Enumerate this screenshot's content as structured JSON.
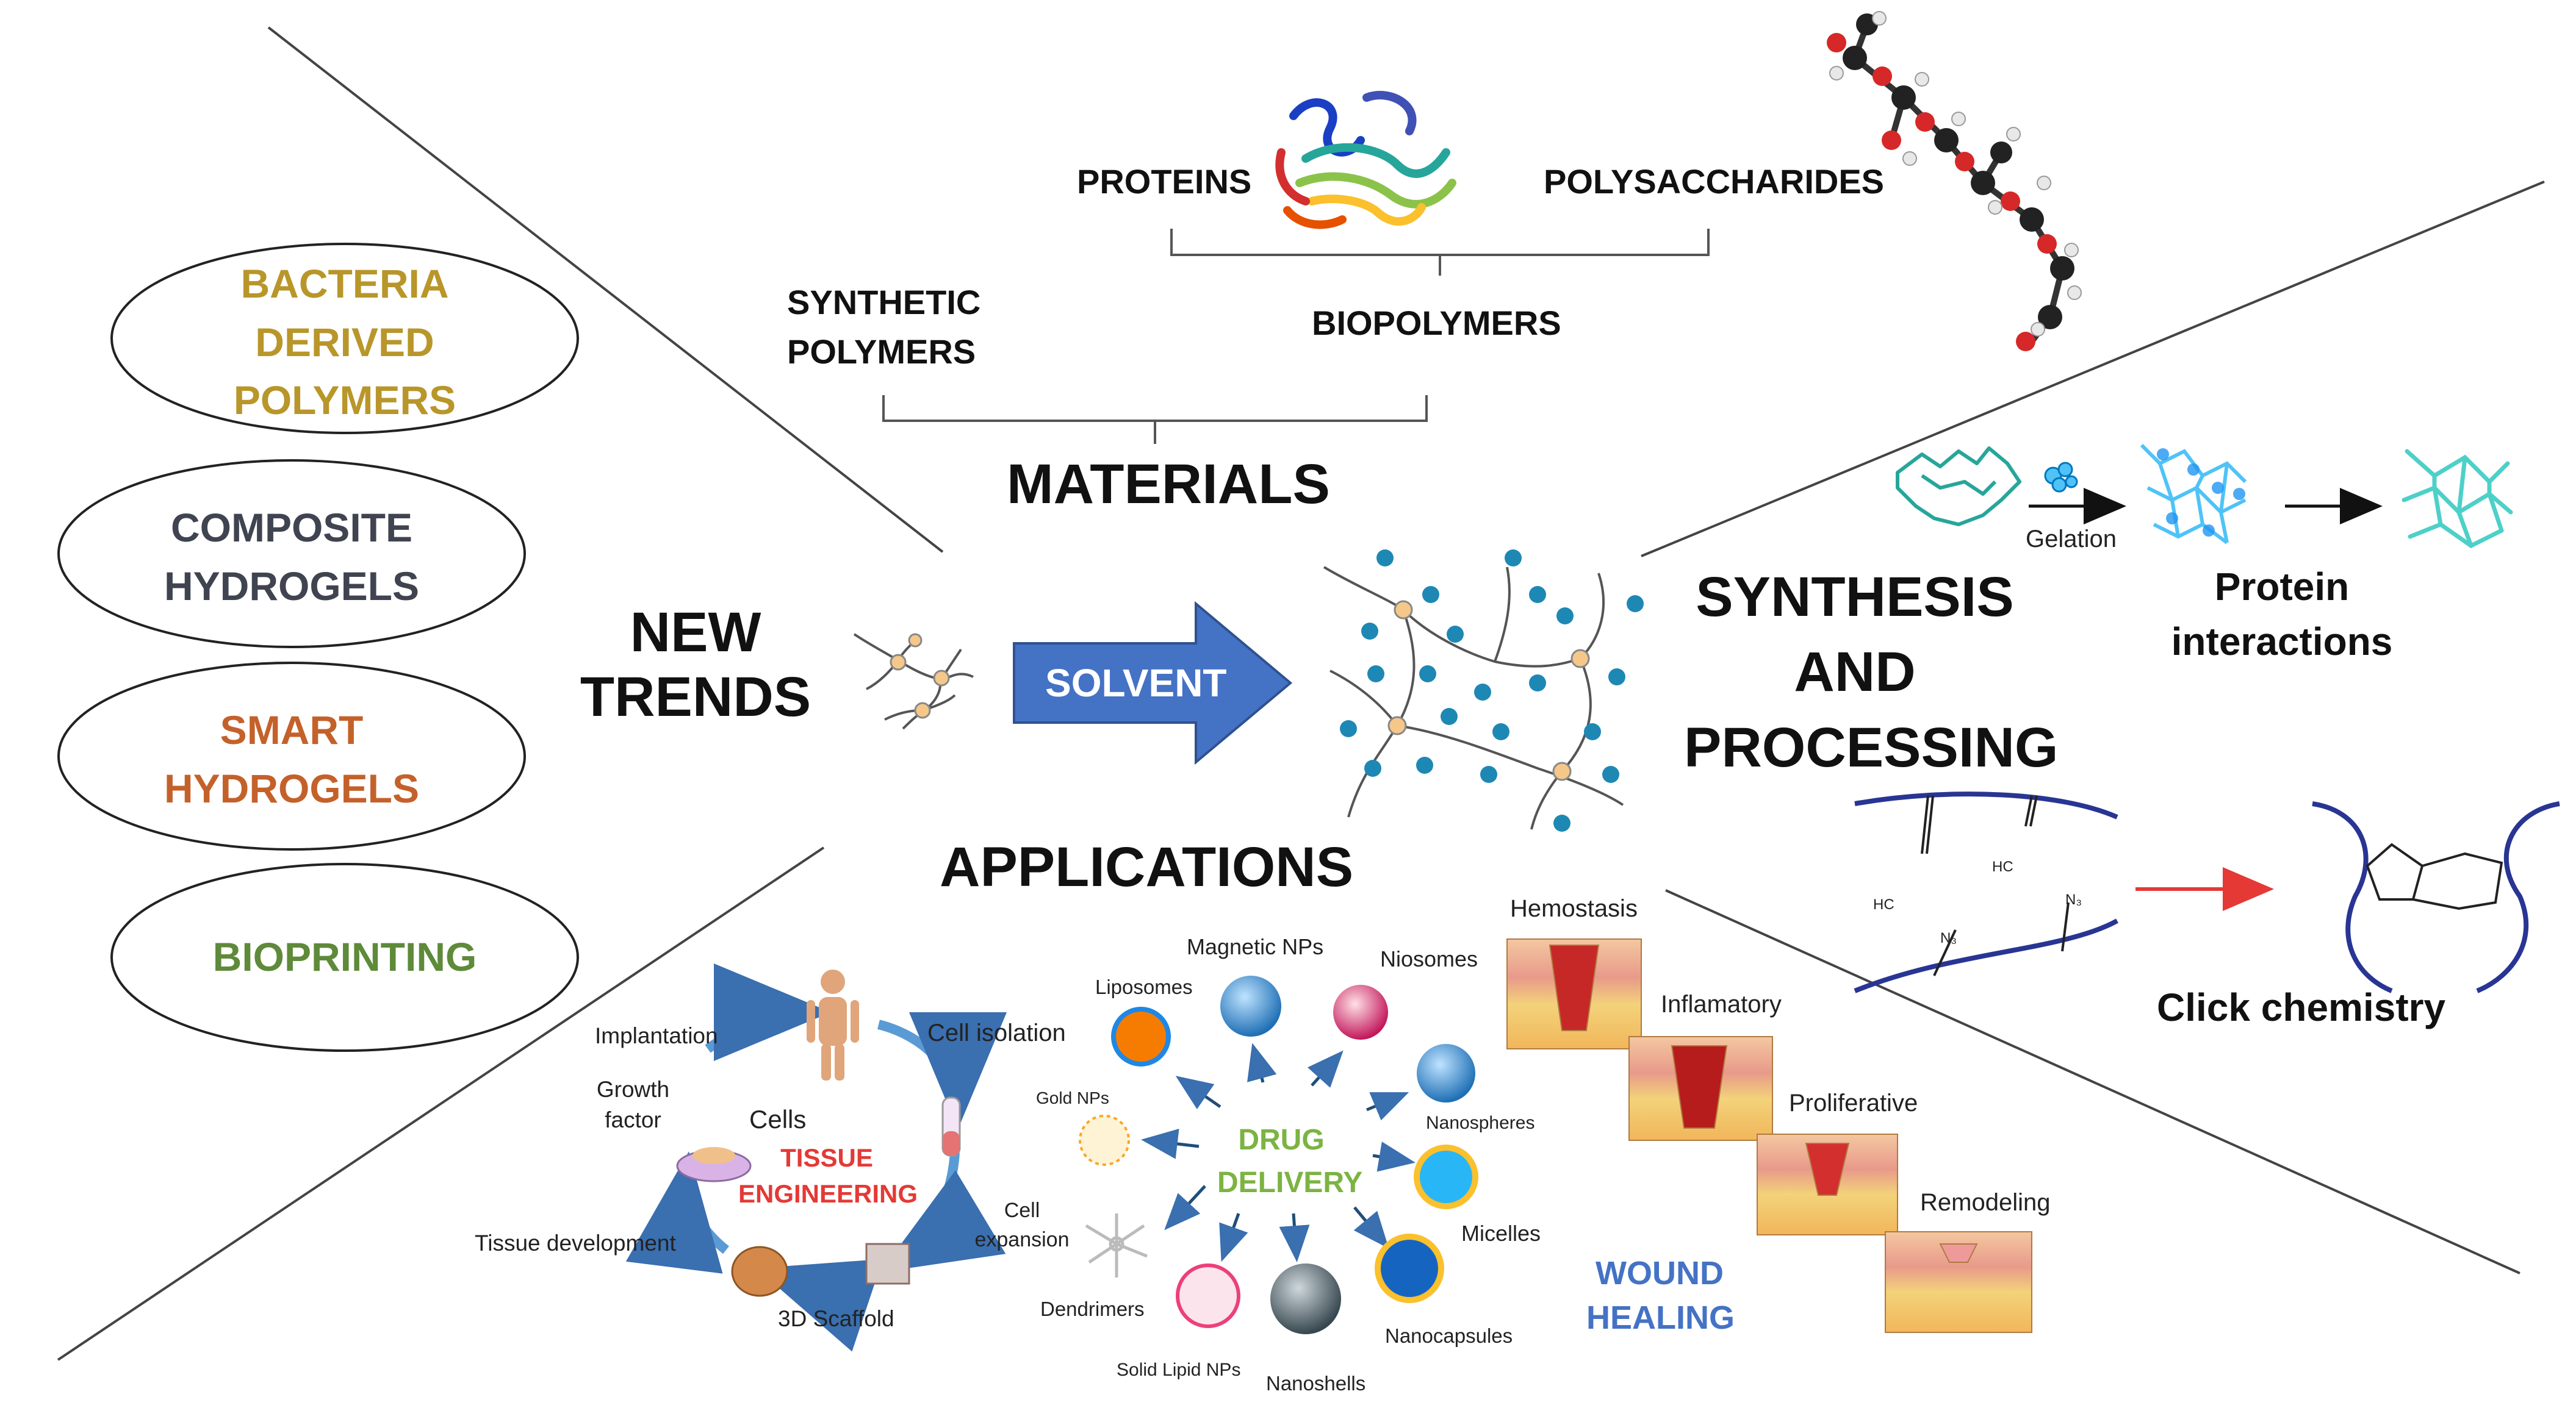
{
  "colors": {
    "bacteria": "#B8962A",
    "composite": "#3F4450",
    "smart": "#C4612A",
    "bioprinting": "#5E8A3A",
    "solvent_arrow": "#4472C4",
    "drug_delivery": "#7CB342",
    "tissue_engineering": "#E53935",
    "wound_healing": "#4472C4",
    "particle": "#1E88B4",
    "crosslink": "#F5C88A",
    "click_arrow": "#E53935"
  },
  "new_trends": {
    "title": [
      "NEW",
      "TRENDS"
    ],
    "items": [
      {
        "lines": [
          "BACTERIA",
          "DERIVED",
          "POLYMERS"
        ],
        "color_key": "bacteria"
      },
      {
        "lines": [
          "COMPOSITE",
          "HYDROGELS"
        ],
        "color_key": "composite"
      },
      {
        "lines": [
          "SMART",
          "HYDROGELS"
        ],
        "color_key": "smart"
      },
      {
        "lines": [
          "BIOPRINTING"
        ],
        "color_key": "bioprinting"
      }
    ]
  },
  "materials": {
    "title": "MATERIALS",
    "proteins": "PROTEINS",
    "polysaccharides": "POLYSACCHARIDES",
    "biopolymers": "BIOPOLYMERS",
    "synthetic": [
      "SYNTHETIC",
      "POLYMERS"
    ]
  },
  "center": {
    "solvent": "SOLVENT"
  },
  "synthesis": {
    "title": [
      "SYNTHESIS",
      "AND",
      "PROCESSING"
    ],
    "gelation": "Gelation",
    "protein_interactions": [
      "Protein",
      "interactions"
    ],
    "click_chemistry": "Click chemistry",
    "hc": "HC",
    "n3": "N₃"
  },
  "applications": {
    "title": "APPLICATIONS",
    "tissue": {
      "title": [
        "TISSUE",
        "ENGINEERING"
      ],
      "implantation": "Implantation",
      "growth_factor": [
        "Growth",
        "factor"
      ],
      "cells": "Cells",
      "cell_isolation": "Cell isolation",
      "cell_expansion": [
        "Cell",
        "expansion"
      ],
      "tissue_development": "Tissue development",
      "scaffold": "3D Scaffold"
    },
    "drug": {
      "title": [
        "DRUG",
        "DELIVERY"
      ],
      "carriers": [
        "Magnetic NPs",
        "Niosomes",
        "Liposomes",
        "Gold NPs",
        "Nanospheres",
        "Micelles",
        "Nanocapsules",
        "Nanoshells",
        "Solid Lipid NPs",
        "Dendrimers"
      ]
    },
    "wound": {
      "title": [
        "WOUND",
        "HEALING"
      ],
      "stages": [
        "Hemostasis",
        "Inflamatory",
        "Proliferative",
        "Remodeling"
      ]
    }
  }
}
